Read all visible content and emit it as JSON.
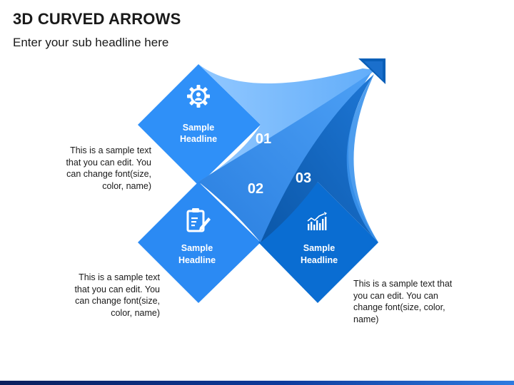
{
  "title": "3D CURVED ARROWS",
  "subtitle": "Enter your sub headline here",
  "steps": [
    {
      "number": "01",
      "headline_line1": "Sample",
      "headline_line2": "Headline",
      "icon": "gear-person-icon",
      "color": "#2d8cf7",
      "desc_lines": [
        "This is a sample text",
        "that you can edit. You",
        "can change font(size,",
        "color, name)"
      ]
    },
    {
      "number": "02",
      "headline_line1": "Sample",
      "headline_line2": "Headline",
      "icon": "clipboard-pen-icon",
      "color": "#2b88f2",
      "desc_lines": [
        "This is a sample text",
        "that you can edit. You",
        "can change font(size,",
        "color, name)"
      ]
    },
    {
      "number": "03",
      "headline_line1": "Sample",
      "headline_line2": "Headline",
      "icon": "bar-chart-icon",
      "color": "#0a6ccf",
      "desc_lines": [
        "This is a sample text that",
        "you can edit. You can",
        "change font(size, color,",
        "name)"
      ]
    }
  ],
  "colors": {
    "arrow_tip": "#0a5fb8",
    "band_light": "#6cb4ff",
    "band_mid": "#3d94ee",
    "band_dark": "#0e5fb5"
  }
}
